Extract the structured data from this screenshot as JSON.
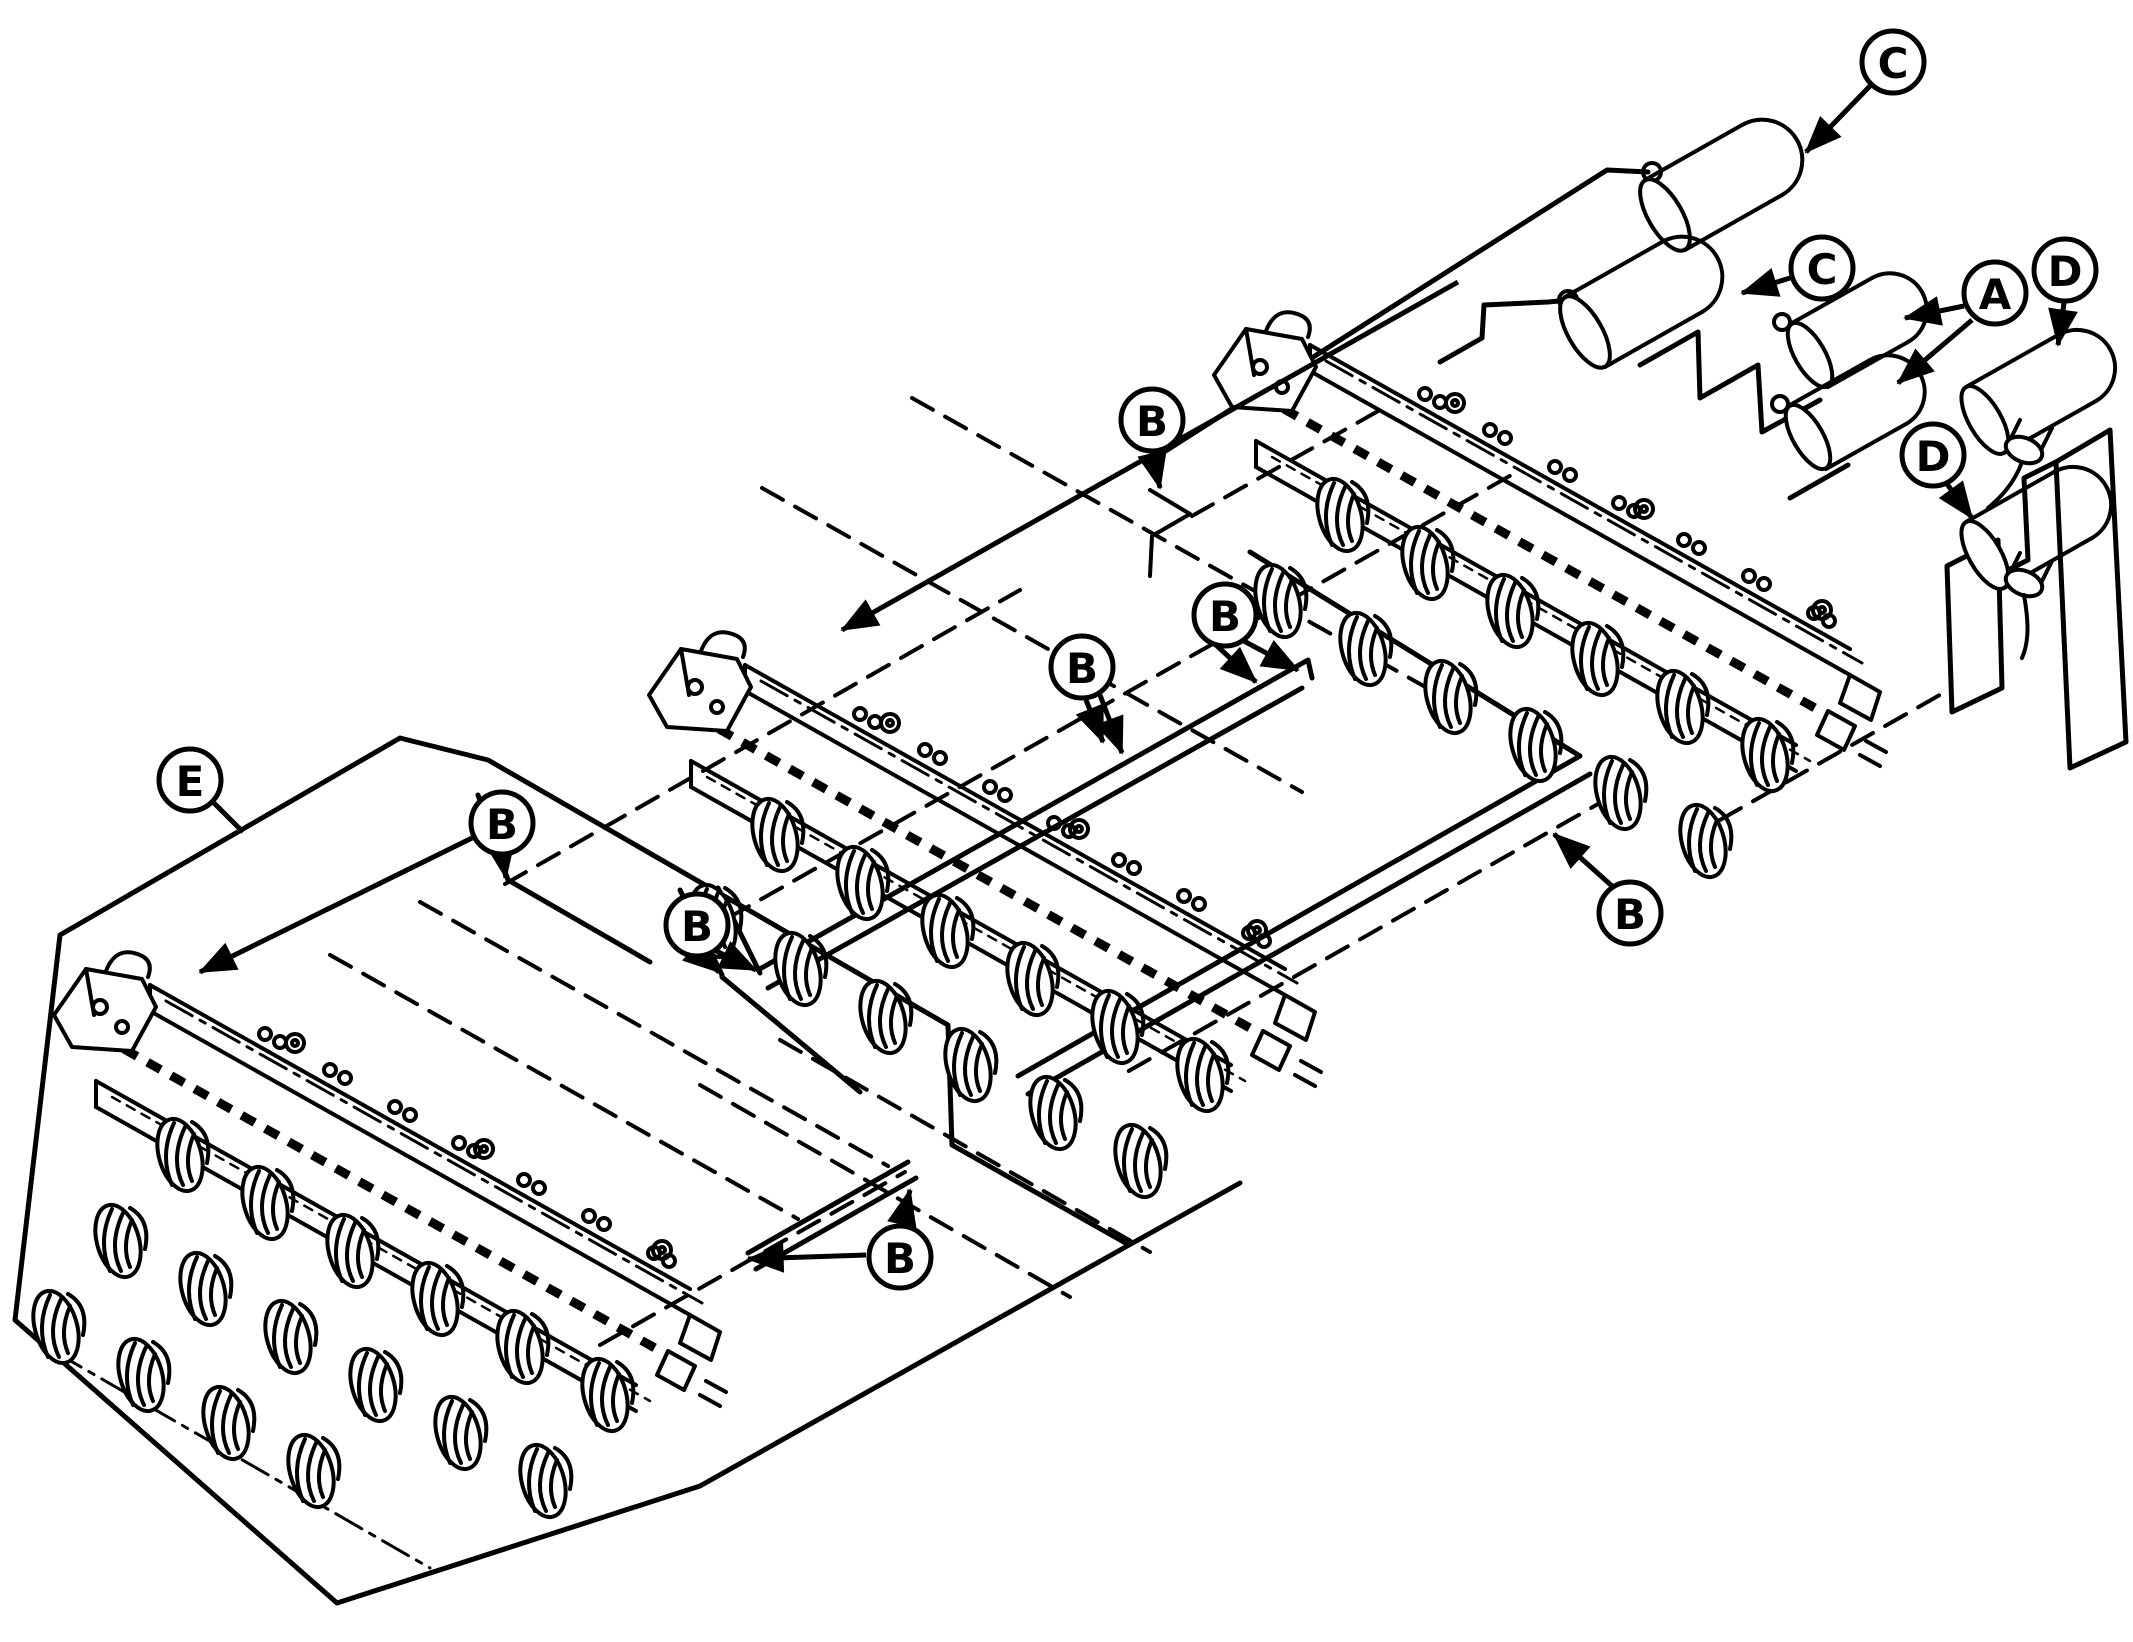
{
  "figure": {
    "type": "exploded-isometric-parts-line-drawing",
    "colors": {
      "line": "#000000",
      "background": "#ffffff"
    },
    "callouts": [
      {
        "id": "c-top",
        "letter": "C"
      },
      {
        "id": "c-middle",
        "letter": "C"
      },
      {
        "id": "a",
        "letter": "A"
      },
      {
        "id": "d-top",
        "letter": "D"
      },
      {
        "id": "d-middle",
        "letter": "D"
      },
      {
        "id": "b-upper",
        "letter": "B"
      },
      {
        "id": "b-right-pair",
        "letter": "B"
      },
      {
        "id": "b-mid-pair",
        "letter": "B"
      },
      {
        "id": "b-shaft",
        "letter": "B"
      },
      {
        "id": "e-panel",
        "letter": "E"
      },
      {
        "id": "b-left",
        "letter": "B"
      },
      {
        "id": "b-left-pair",
        "letter": "B"
      },
      {
        "id": "b-bottom",
        "letter": "B"
      }
    ]
  }
}
